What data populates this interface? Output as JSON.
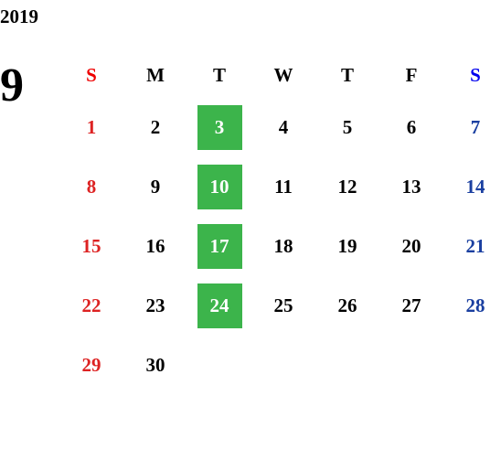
{
  "calendar": {
    "year": "2019",
    "month": "9",
    "weekdays": [
      "S",
      "M",
      "T",
      "W",
      "T",
      "F",
      "S"
    ],
    "weeks": [
      [
        "1",
        "2",
        "3",
        "4",
        "5",
        "6",
        "7"
      ],
      [
        "8",
        "9",
        "10",
        "11",
        "12",
        "13",
        "14"
      ],
      [
        "15",
        "16",
        "17",
        "18",
        "19",
        "20",
        "21"
      ],
      [
        "22",
        "23",
        "24",
        "25",
        "26",
        "27",
        "28"
      ],
      [
        "29",
        "30",
        "",
        "",
        "",
        "",
        ""
      ]
    ],
    "highlighted_days": [
      "3",
      "10",
      "17",
      "24"
    ],
    "colors": {
      "sunday": "#dd2222",
      "saturday": "#1a3fa0",
      "highlight": "#3cb44b"
    }
  }
}
